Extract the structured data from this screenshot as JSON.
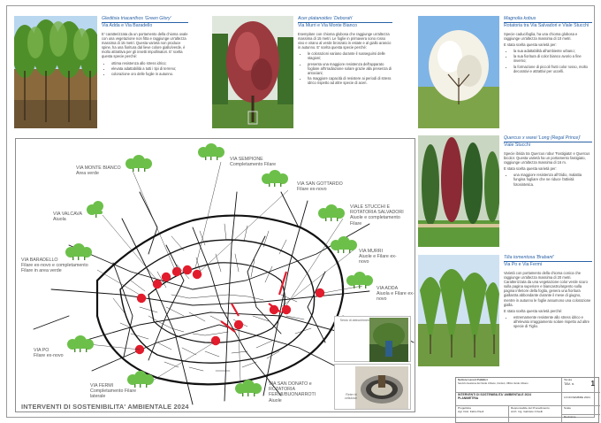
{
  "cards": [
    {
      "title": "Gleditsia triacanthos 'Green Glory'",
      "street": "Via Adda e Via Baradello",
      "paragraph": "E' caratterizzata da un portamento della chioma ovale con una vegetazione non fitta e raggiunge un'altezza massima di 15 metri. Questa varietà non produce spine, ha una fioritura dal lieve colore giallo/verde, è molto attrattiva per gli insetti impollinatori. E' scelta questa specie perché:",
      "bullets": [
        "ottima resistenza allo stress idrico;",
        "elevata adattabilità a tutti i tipi di terreno;",
        "colorazione oro delle foglie in autunno."
      ]
    },
    {
      "title": "Acer platanoides 'Deborah'",
      "street": "Via Murri e Via Monte Bianco",
      "paragraph": "Esemplare con chioma globosa che raggiunge un'altezza massima di 15 metri. Le foglie in primavera sono rosso vivo e virano al verde bronzato in estate e al giallo arancio in autunno. E' scelta questa specie perché:",
      "bullets": [
        "le colorazioni variano durante il susseguirsi delle stagioni;",
        "presenta una maggiore resistenza dell'apparato fogliare all'irradiazione solare grazie alla presenza di antociani;",
        "ha maggiore capacità di resistere ai periodi di stress idrico rispetto ad altre specie di aceri."
      ]
    },
    {
      "title": "Magnolia kobus",
      "street": "Rotatoria tra Via Salvadori e Viale Stucchi",
      "paragraph": "Specie caducifoglia, ha una chioma globosa e raggiunge un'altezza massima di 10 metri.",
      "paragraph2": "E stata scelta questa varietà per:",
      "bullets": [
        "la sua adattabilità all'ambiente urbano;",
        "la sua fioritura di color bianco avorio a fine inverno;",
        "la formazione di piccoli frutti color rosso, molto decorativi e attrattivi per uccelli."
      ]
    },
    {
      "title": "Quercus x warei 'Long (Regal Prince)'",
      "street": "Viale Stucchi",
      "paragraph": "Specie ibrida tra Quercus robur 'Fastigiata' e Quercus bicolor. Questa varietà ha un portamento fastigiato, raggiunge un'altezza massima di 16 m.",
      "paragraph2": "E stata scelta questa varietà per:",
      "bullets": [
        "una maggiore resistenza all'Oidio, malattia fungina fogliare che ne riduce l'attività fotosintetica."
      ]
    },
    {
      "title": "Tilia tomentosa 'Brabant'",
      "street": "Via Po e Via Fermi",
      "paragraph": "Varietà con portamento della chioma conica che raggiunge un'altezza massima di 20 metri. Caratterizzata da una vegetazione color verde scuro sulla pagina superiore e biancastro/argento sulla pagina inferiore della foglia, genera una fioritura giallastra abbondante durante il mese di giugno, mentre in autunno le foglie assumono una colorazione gialla.",
      "paragraph2": "E stata scelta questa varietà perché:",
      "bullets": [
        "estremamente resistente allo stress idrico e all'elevato irraggiamento solare rispetto ad altre specie di Tiglio."
      ]
    }
  ],
  "map": {
    "labels": [
      {
        "name": "VIA SEMPIONE",
        "sub": "Completamento Filare"
      },
      {
        "name": "VIA MONTE BIANCO",
        "sub": "Area verde"
      },
      {
        "name": "VIA SAN GOTTARDO",
        "sub": "Filare ex-novo"
      },
      {
        "name": "VIA VALCAVA",
        "sub": "Aiuola"
      },
      {
        "name": "VIALE STUCCHI E ROTATORIA SALVADORI",
        "sub": "Aiuole e completamento Filare"
      },
      {
        "name": "VIA MURRI",
        "sub": "Aiuole e Filare ex-novo"
      },
      {
        "name": "VIA BARADELLO",
        "sub": "Filare ex-novo e completamento Filare in area verde"
      },
      {
        "name": "VIA ADDA",
        "sub": "Aiuola e Filare ex-novo"
      },
      {
        "name": "VIA PO",
        "sub": "Filare ex-novo"
      },
      {
        "name": "VIA FERMI",
        "sub": "Completamento Filare laterale"
      },
      {
        "name": "VIA SAN DONATO e ROTATORIA FERMI/BUONARROTI",
        "sub": "Aiuole"
      }
    ],
    "inset_top_caption": "Sesto di attecchimento",
    "inset_bottom_caption": "Reter tri cellulose"
  },
  "page_title": "INTERVENTI DI SOSTENIBILITA' AMBIENTALE 2024",
  "title_block": {
    "org": "Settore Lavori Pubblici",
    "org_sub": "Servizio Gestione del Verde Urbano, Cimiteri, Ufficio Verde Urbano",
    "tav_label": "Tavola",
    "tav_value": "TAV. n.",
    "tav_number": "1",
    "project_title": "INTERVENTI DI SOSTENIBILITA' AMBIENTALE 2024",
    "sheet": "PLANIMETRIA",
    "date": "13 NOVEMBRE 2024",
    "designer_label": "Progettista",
    "designer": "Agr. Dott. Fabio Paoli",
    "rup_label": "Responsabile del Procedimento",
    "rup": "Arch. Ing. Gabriele Crivelli",
    "scale_label": "Scala",
    "revision_label": "Revisione"
  },
  "colors": {
    "accent": "#2a62a6",
    "marker": "#e21c2c",
    "tree": "#6cc04a",
    "road": "#111111",
    "red_route": "#e21c2c"
  }
}
